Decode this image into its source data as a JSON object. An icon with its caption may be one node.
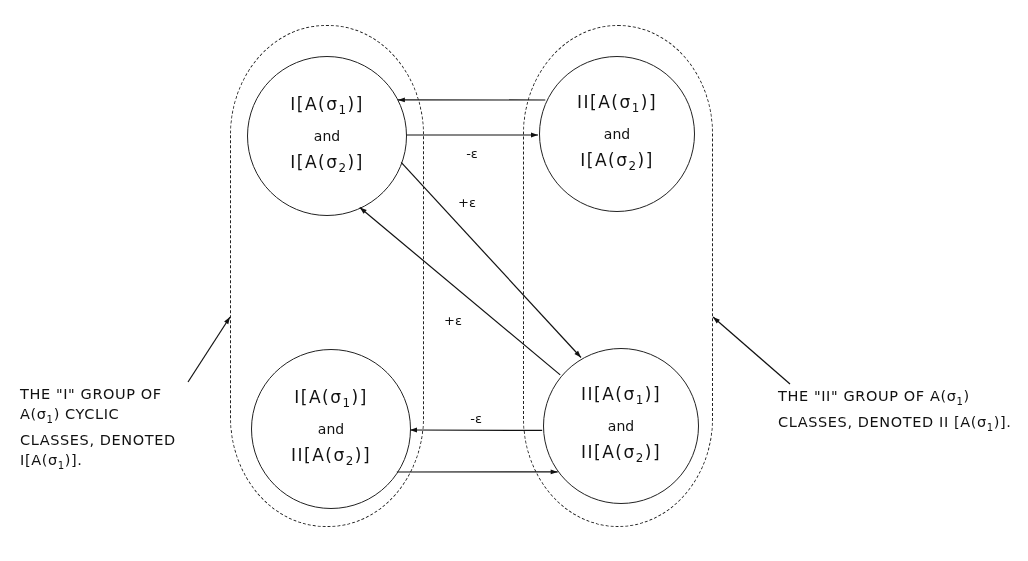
{
  "diagram": {
    "nodes": [
      {
        "text": [],
        "shape": "box"
      },
      {
        "text": [],
        "shape": "box"
      },
      {
        "text": [
          "I[A(σ$_{1}$)]",
          "and",
          "I[A(σ$_{2}$)]"
        ],
        "in": 0
      },
      {
        "text": [
          "II[A(σ$_{1}$)]",
          "and",
          "I[A(σ$_{2}$)]"
        ],
        "in": 1
      },
      {
        "text": [
          "I[A(σ$_{1}$)]",
          "and",
          "II[A(σ$_{2}$)]"
        ],
        "in": 0
      },
      {
        "text": [
          "II[A(σ$_{1}$)]",
          "and",
          "II[A(σ$_{2}$)]"
        ],
        "in": 1
      },
      {
        "text": [
          "THE \"I\" GROUP OF A(σ$_{1}$) CYCLIC CLASSES, DENOTED I[A(σ$_{1}$)]."
        ]
      },
      {
        "text": [
          "THE \"II\" GROUP OF A(σ$_{1}$) CLASSES, DENOTED II [A(σ$_{1}$)]."
        ]
      }
    ],
    "edges": [
      {
        "from": 3,
        "to": 2,
        "arrow": "to"
      },
      {
        "from": 2,
        "to": 3,
        "arrow": "to",
        "label": "-ε"
      },
      {
        "from": 2,
        "to": 5,
        "arrow": "to",
        "label": "+ε"
      },
      {
        "from": 5,
        "to": 2,
        "arrow": "to",
        "label": "+ε"
      },
      {
        "from": 5,
        "to": 4,
        "arrow": "to",
        "label": "-ε"
      },
      {
        "from": 4,
        "to": 5,
        "arrow": "to"
      },
      {
        "from": 6,
        "to": 0,
        "arrow": "to"
      },
      {
        "from": 7,
        "to": 1,
        "arrow": "to"
      }
    ]
  }
}
